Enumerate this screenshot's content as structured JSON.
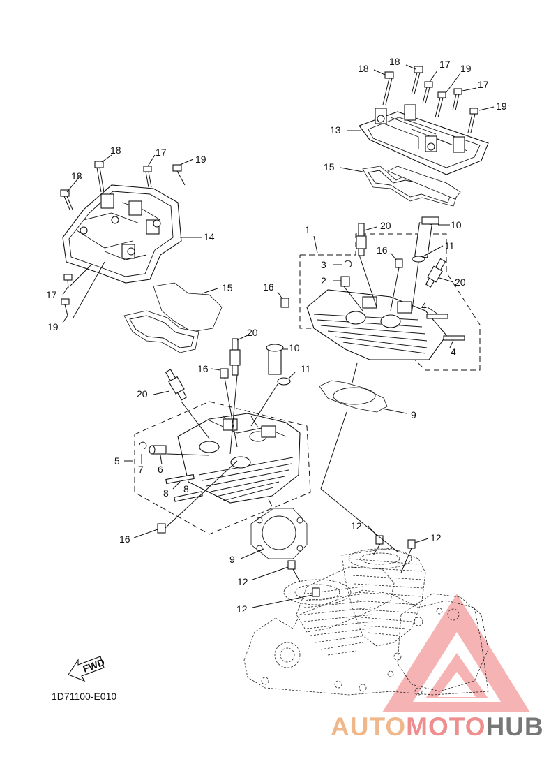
{
  "diagram": {
    "code": "1D71100-E010",
    "fwd_label": "FWD",
    "labels": {
      "l1": "1",
      "l2": "2",
      "l3": "3",
      "l4a": "4",
      "l4b": "4",
      "l5": "5",
      "l6": "6",
      "l7": "7",
      "l8a": "8",
      "l8b": "8",
      "l9a": "9",
      "l9b": "9",
      "l10a": "10",
      "l10b": "10",
      "l11a": "11",
      "l11b": "11",
      "l12a": "12",
      "l12b": "12",
      "l12c": "12",
      "l12d": "12",
      "l13": "13",
      "l14": "14",
      "l15a": "15",
      "l15b": "15",
      "l16a": "16",
      "l16b": "16",
      "l16c": "16",
      "l16d": "16",
      "l17a": "17",
      "l17b": "17",
      "l17c": "17",
      "l17d": "17",
      "l18a": "18",
      "l18b": "18",
      "l18c": "18",
      "l18d": "18",
      "l19a": "19",
      "l19b": "19",
      "l19c": "19",
      "l19d": "19",
      "l20a": "20",
      "l20b": "20",
      "l20c": "20",
      "l20d": "20"
    }
  },
  "watermark": {
    "part1": "AUTO",
    "part2": "MOTO",
    "part3": "HUB",
    "colors": {
      "orange": "#f0b88a",
      "red": "#ef8e8e",
      "gray": "#777777"
    }
  }
}
